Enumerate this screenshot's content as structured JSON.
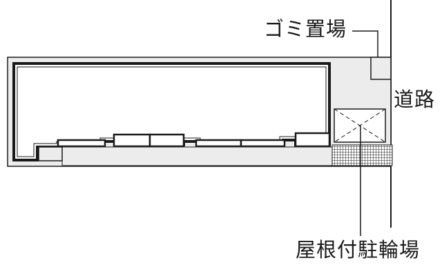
{
  "labels": {
    "garbage": "ゴミ置場",
    "road": "道路",
    "bike": "屋根付駐輪場"
  },
  "colors": {
    "line": "#1a1a1a",
    "fill_light": "#ececec",
    "background": "#ffffff"
  }
}
